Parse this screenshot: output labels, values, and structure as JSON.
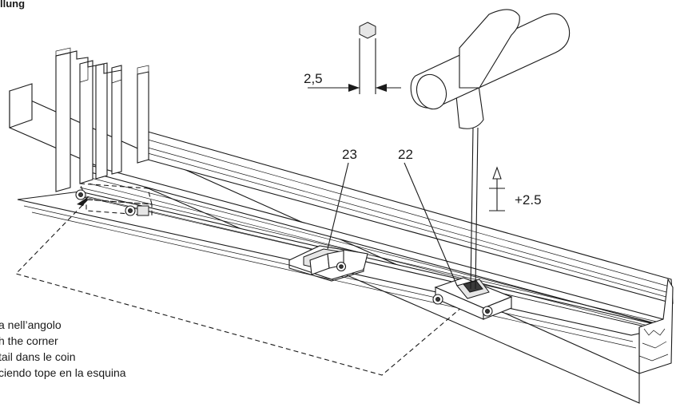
{
  "heading": "llung",
  "labels": {
    "part_23": "23",
    "part_22": "22",
    "dimension": "2,5",
    "lift": "+2.5"
  },
  "instructions": [
    "a nell’angolo",
    "h the corner",
    "tail dans le coin",
    "ciendo tope en la esquina"
  ]
}
